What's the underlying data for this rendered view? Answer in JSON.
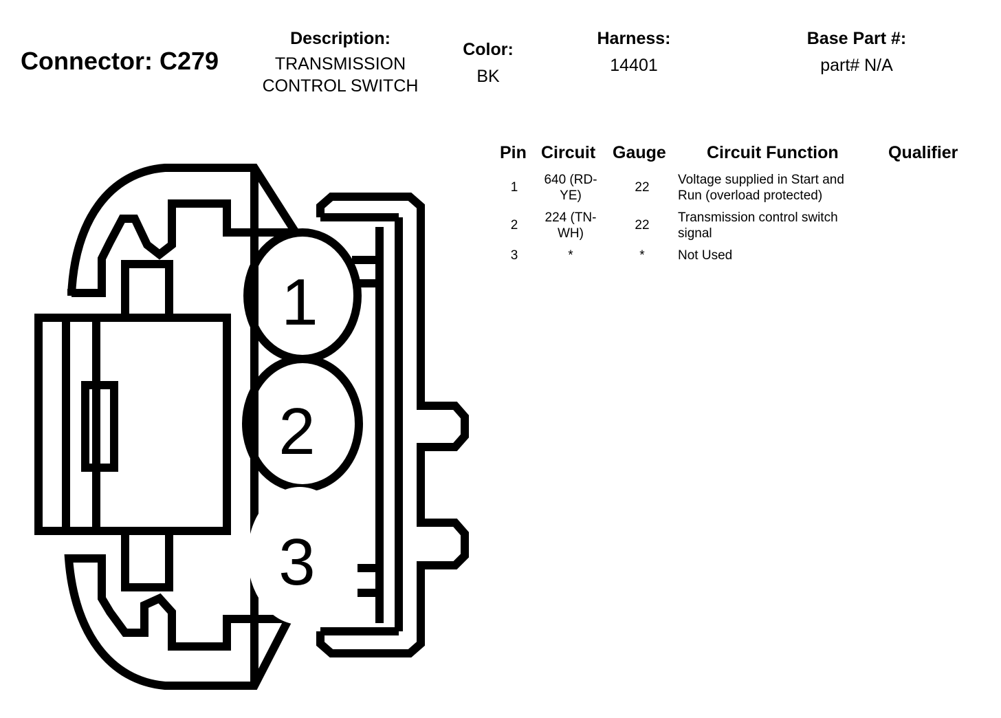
{
  "connector": {
    "title": "Connector: C279"
  },
  "header": {
    "description_label": "Description:",
    "description_line1": "TRANSMISSION",
    "description_line2": "CONTROL SWITCH",
    "color_label": "Color:",
    "color_value": "BK",
    "harness_label": "Harness:",
    "harness_value": "14401",
    "base_part_label": "Base Part #:",
    "base_part_value": "part# N/A"
  },
  "table": {
    "headers": {
      "pin": "Pin",
      "circuit": "Circuit",
      "gauge": "Gauge",
      "function": "Circuit Function",
      "qualifier": "Qualifier"
    },
    "rows": [
      {
        "pin": "1",
        "circuit_line1": "640 (RD-",
        "circuit_line2": "YE)",
        "gauge": "22",
        "function_line1": "Voltage supplied in Start and",
        "function_line2": "Run (overload protected)",
        "qualifier": ""
      },
      {
        "pin": "2",
        "circuit_line1": "224 (TN-",
        "circuit_line2": "WH)",
        "gauge": "22",
        "function_line1": "Transmission control switch",
        "function_line2": "signal",
        "qualifier": ""
      },
      {
        "pin": "3",
        "circuit_line1": "*",
        "circuit_line2": "",
        "gauge": "*",
        "function_line1": "Not Used",
        "function_line2": "",
        "qualifier": ""
      }
    ]
  },
  "diagram": {
    "pin_labels": [
      "1",
      "2",
      "3"
    ]
  }
}
